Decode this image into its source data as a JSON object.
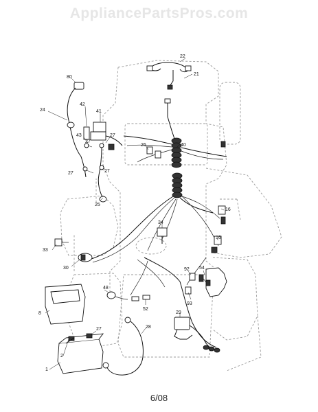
{
  "watermark": "AppliancePartsPros.com",
  "footer_date": "6/08",
  "callouts": {
    "c1": "1",
    "c2": "2",
    "c8": "8",
    "c16a": "16",
    "c16b": "16",
    "c21": "21",
    "c22": "22",
    "c24": "24",
    "c25": "25",
    "c26": "26",
    "c27a": "27",
    "c27b": "27",
    "c27c": "27",
    "c27d": "27",
    "c27e": "27",
    "c28": "28",
    "c29": "29",
    "c30": "30",
    "c33": "33",
    "c34": "34",
    "c40": "40",
    "c41": "41",
    "c42": "42",
    "c43": "43",
    "c48": "48",
    "c52": "52",
    "c54": "54",
    "c80": "80",
    "c92": "92",
    "c93": "93"
  }
}
